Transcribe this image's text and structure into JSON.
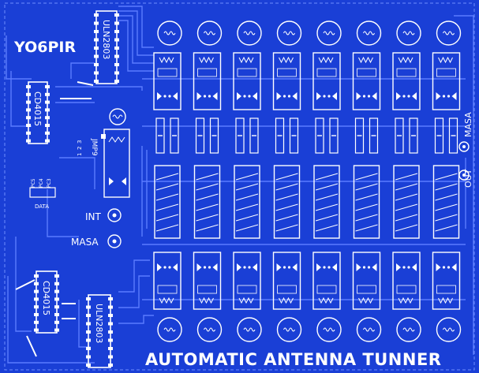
{
  "labels": {
    "callsign": "YO6PIR",
    "title": "AUTOMATIC ANTENNA TUNNER",
    "ic_top_driver": "ULN2803",
    "ic_bottom_driver": "ULN2803",
    "ic_top_shift": "CD4015",
    "ic_bottom_shift": "CD4015",
    "jumper": "JMP9",
    "jumper_pins": [
      "3",
      "2",
      "1"
    ],
    "data_pins": [
      "PC5",
      "PC4",
      "PC3"
    ],
    "data": "DATA",
    "int": "INT",
    "masa_left": "MASA",
    "masa_right": "MASA",
    "out": "OUT"
  },
  "colors": {
    "board": "#1a3fd6",
    "copper": "#2c59ff",
    "silk": "#ffffff",
    "trace": "#6f8dff"
  },
  "layout_counts": {
    "relay_columns": 8,
    "pads_top": 8,
    "pads_bottom": 8
  }
}
